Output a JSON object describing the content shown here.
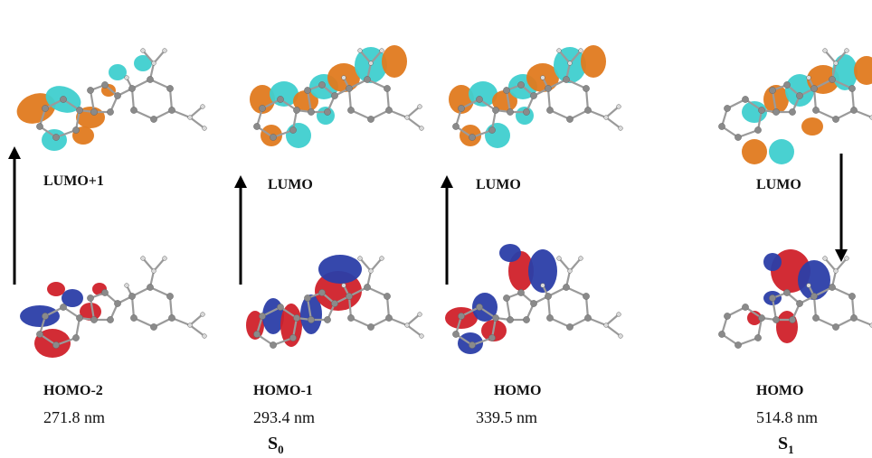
{
  "transitions": [
    {
      "upper": "LUMO+1",
      "lower": "HOMO-2",
      "wavelength": "271.8 nm",
      "direction": "up"
    },
    {
      "upper": "LUMO",
      "lower": "HOMO-1",
      "wavelength": "293.4 nm",
      "direction": "up"
    },
    {
      "upper": "LUMO",
      "lower": "HOMO",
      "wavelength": "339.5 nm",
      "direction": "up"
    },
    {
      "upper": "LUMO",
      "lower": "HOMO",
      "wavelength": "514.8 nm",
      "direction": "down"
    }
  ],
  "states": [
    {
      "symbol": "S",
      "subscript": "0"
    },
    {
      "symbol": "S",
      "subscript": "1"
    }
  ],
  "colors": {
    "lumo_lobe_a": "#e07a1f",
    "lumo_lobe_b": "#3fcfcf",
    "homo_lobe_a": "#d0212a",
    "homo_lobe_b": "#2b3ea8",
    "atom_carbon": "#8a8a8a",
    "atom_hydrogen": "#d9d9d9",
    "bond": "#9a9a9a",
    "arrow": "#000000"
  }
}
